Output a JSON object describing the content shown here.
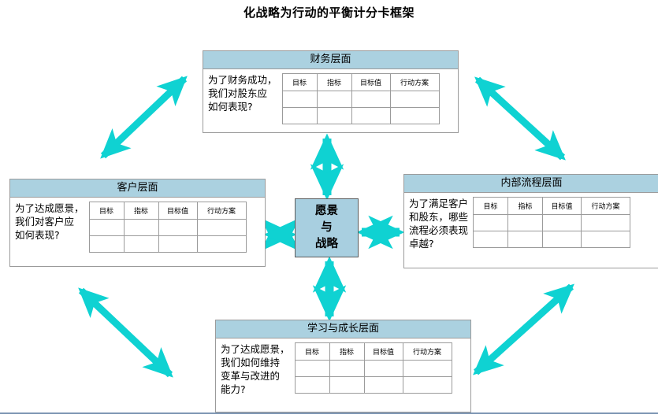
{
  "title": "化战略为行动的平衡计分卡框架",
  "colors": {
    "arrow": "#0fd2d2",
    "header_fill": "#abd1e0",
    "vision_fill": "#a8cfe0",
    "border": "#9b9b9b",
    "rule": "#8199b5"
  },
  "center": {
    "name": "vision-and-strategy",
    "line1": "愿景",
    "line2": "与",
    "line3": "战略"
  },
  "table_headers": [
    "目标",
    "指标",
    "目标值",
    "行动方案"
  ],
  "table_empty_rows": 2,
  "perspectives": [
    {
      "id": "financial",
      "title": "财务层面",
      "question": "为了财务成功，\n我们对股东应\n如何表现?"
    },
    {
      "id": "customer",
      "title": "客户层面",
      "question": "为了达成愿景，\n我们对客户应\n如何表现?"
    },
    {
      "id": "process",
      "title": "内部流程层面",
      "question": "为了满足客户\n和股东，哪些\n流程必须表现\n卓越?"
    },
    {
      "id": "learning",
      "title": "学习与成长层面",
      "question": "为了达成愿景，\n我们如何维持\n变革与改进的\n能力?"
    }
  ],
  "connectors": [
    {
      "name": "arrow-vision-financial",
      "direction": "vertical-double"
    },
    {
      "name": "arrow-vision-learning",
      "direction": "vertical-double"
    },
    {
      "name": "arrow-vision-customer",
      "direction": "horizontal-double"
    },
    {
      "name": "arrow-vision-process",
      "direction": "horizontal-double"
    },
    {
      "name": "arrow-customer-financial",
      "direction": "diagonal-double"
    },
    {
      "name": "arrow-financial-process",
      "direction": "diagonal-double"
    },
    {
      "name": "arrow-customer-learning",
      "direction": "diagonal-double"
    },
    {
      "name": "arrow-learning-process",
      "direction": "diagonal-double"
    }
  ]
}
